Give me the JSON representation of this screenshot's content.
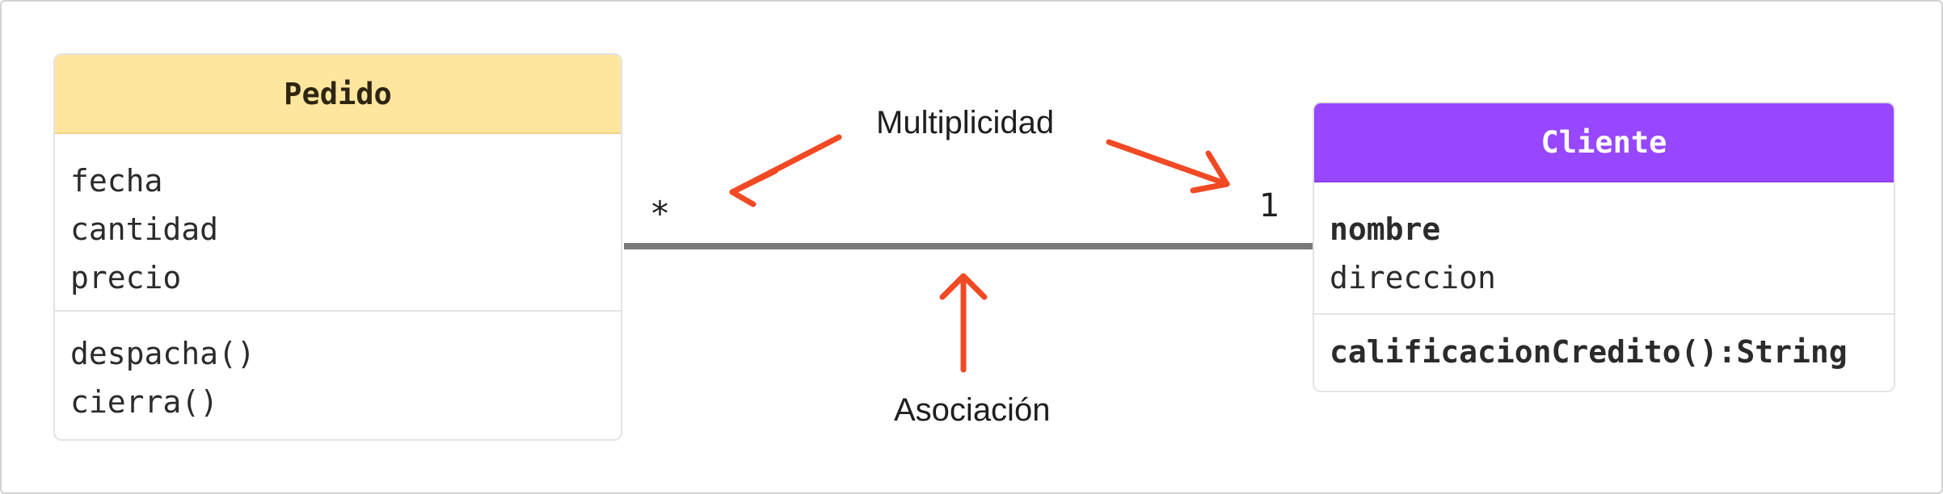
{
  "diagram": {
    "classes": [
      {
        "name": "Pedido",
        "header_color": "#ffe69e",
        "attributes": [
          "fecha",
          "cantidad",
          "precio"
        ],
        "methods": [
          "despacha()",
          "cierra()"
        ]
      },
      {
        "name": "Cliente",
        "header_color": "#9747ff",
        "attributes": [
          "nombre",
          "direccion"
        ],
        "methods": [
          "calificacionCredito():String"
        ]
      }
    ],
    "association": {
      "from": "Pedido",
      "to": "Cliente",
      "multiplicity_from": "*",
      "multiplicity_to": "1",
      "line_color": "#7a7a7a"
    },
    "annotations": {
      "multiplicity_label": "Multiplicidad",
      "association_label": "Asociación",
      "arrow_color": "#f04a24"
    }
  }
}
